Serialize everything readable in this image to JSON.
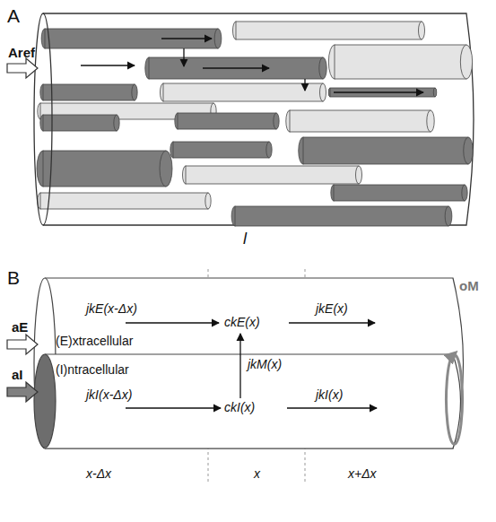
{
  "diagram": {
    "nodes": [
      {
        "text": [
          "(E)xtracellular"
        ]
      },
      {
        "text": [
          "(I)ntracellular"
        ],
        "in": 0
      }
    ],
    "labels": [
      "A",
      "Aref",
      "l",
      "B",
      "aE",
      "aI",
      "jkE(x-Δx)",
      "ckE(x)",
      "jkE(x)",
      "jkM(x)",
      "jkI(x-Δx)",
      "ckI(x)",
      "jkI(x)",
      "oM",
      "x-Δx",
      "x",
      "x+Δx"
    ]
  }
}
